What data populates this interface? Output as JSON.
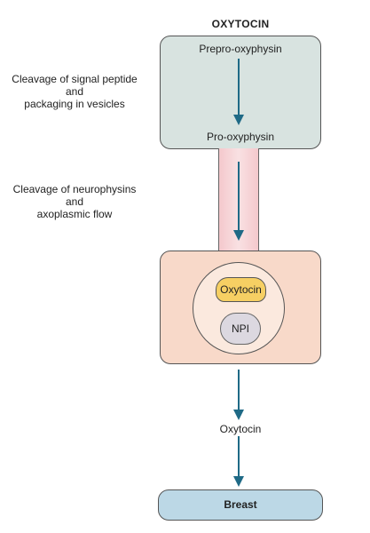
{
  "title": "OXYTOCIN",
  "stages": {
    "precursor": "Prepro-oxyphysin",
    "intermediate": "Pro-oxyphysin",
    "product": "Oxytocin",
    "target": "Breast"
  },
  "vesicle": {
    "hormone": "Oxytocin",
    "carrier": "NPI"
  },
  "steps": [
    {
      "line1": "Cleavage of signal peptide",
      "line2": "and",
      "line3": "packaging in vesicles"
    },
    {
      "line1": "Cleavage of neurophysins",
      "line2": "and",
      "line3": "axoplasmic flow"
    }
  ],
  "colors": {
    "arrow": "#1f6a86",
    "top_box": "#d8e3e0",
    "channel": "#f4c8cc",
    "cell_box": "#f8d9c9",
    "oxytocin_fill": "#f6cf63",
    "npi_fill": "#dcd8e0",
    "target_box": "#bcd8e6"
  }
}
